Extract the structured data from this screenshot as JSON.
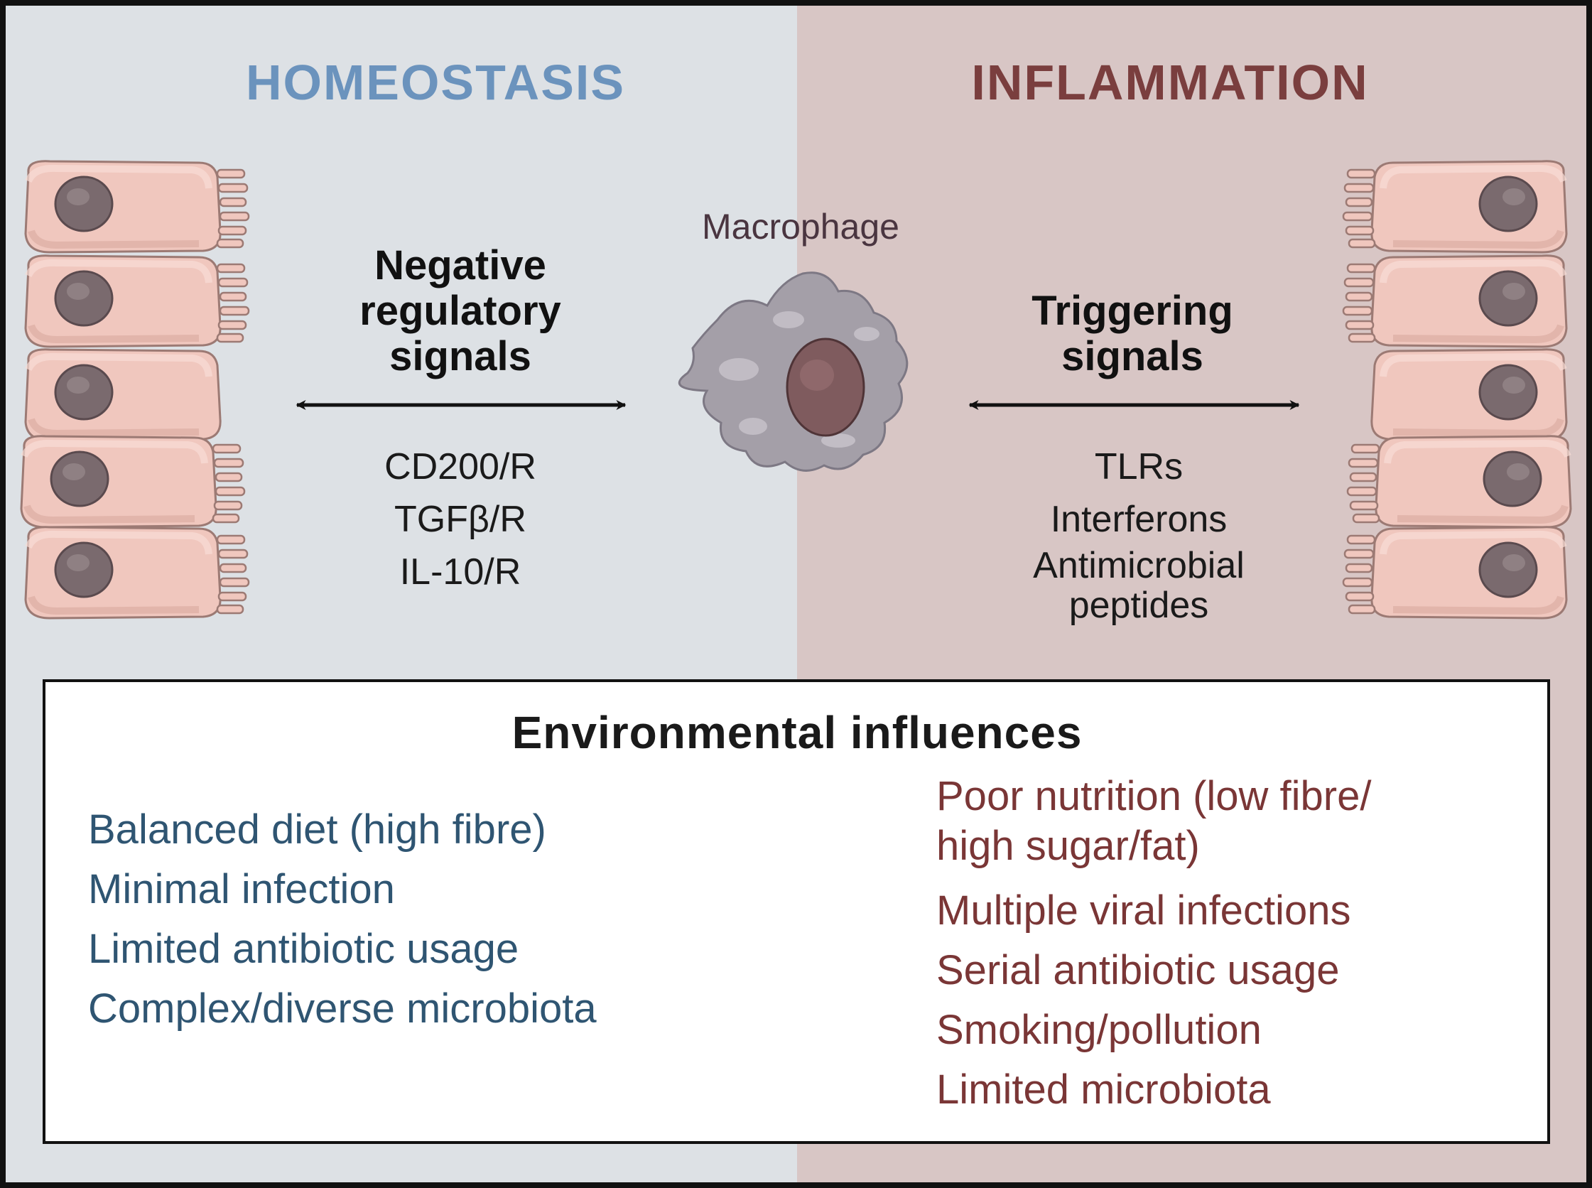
{
  "headers": {
    "homeostasis": "HOMEOSTASIS",
    "inflammation": "INFLAMMATION"
  },
  "macrophage_label": "Macrophage",
  "negative_signals": {
    "title_lines": [
      "Negative",
      "regulatory",
      "signals"
    ],
    "molecules": [
      "CD200/R",
      "TGFβ/R",
      "IL-10/R"
    ]
  },
  "triggering_signals": {
    "title_lines": [
      "Triggering",
      "signals"
    ],
    "molecules": [
      "TLRs",
      "Interferons",
      "Antimicrobial",
      "peptides"
    ]
  },
  "environment": {
    "title": "Environmental influences",
    "homeostasis_items": [
      "Balanced diet (high fibre)",
      "Minimal infection",
      "Limited antibiotic usage",
      "Complex/diverse microbiota"
    ],
    "inflammation_items": [
      "Poor nutrition (low fibre/",
      "high sugar/fat)",
      "Multiple viral infections",
      "Serial antibiotic usage",
      "Smoking/pollution",
      "Limited microbiota"
    ]
  },
  "colors": {
    "homeostasis_bg": "#dde1e5",
    "inflammation_bg": "#d8c6c5",
    "homeostasis_text": "#6b93bd",
    "inflammation_text": "#7a3e3e",
    "cell_fill": "#f0c7be",
    "nucleus": "#7a6a6e",
    "macrophage": "#a49fa8"
  },
  "icons": {
    "left_epithelium": "epithelial-cells-icon",
    "right_epithelium": "epithelial-cells-icon",
    "macrophage": "macrophage-cell-icon",
    "left_arrow": "double-headed-arrow-icon",
    "right_arrow": "double-headed-arrow-icon"
  }
}
